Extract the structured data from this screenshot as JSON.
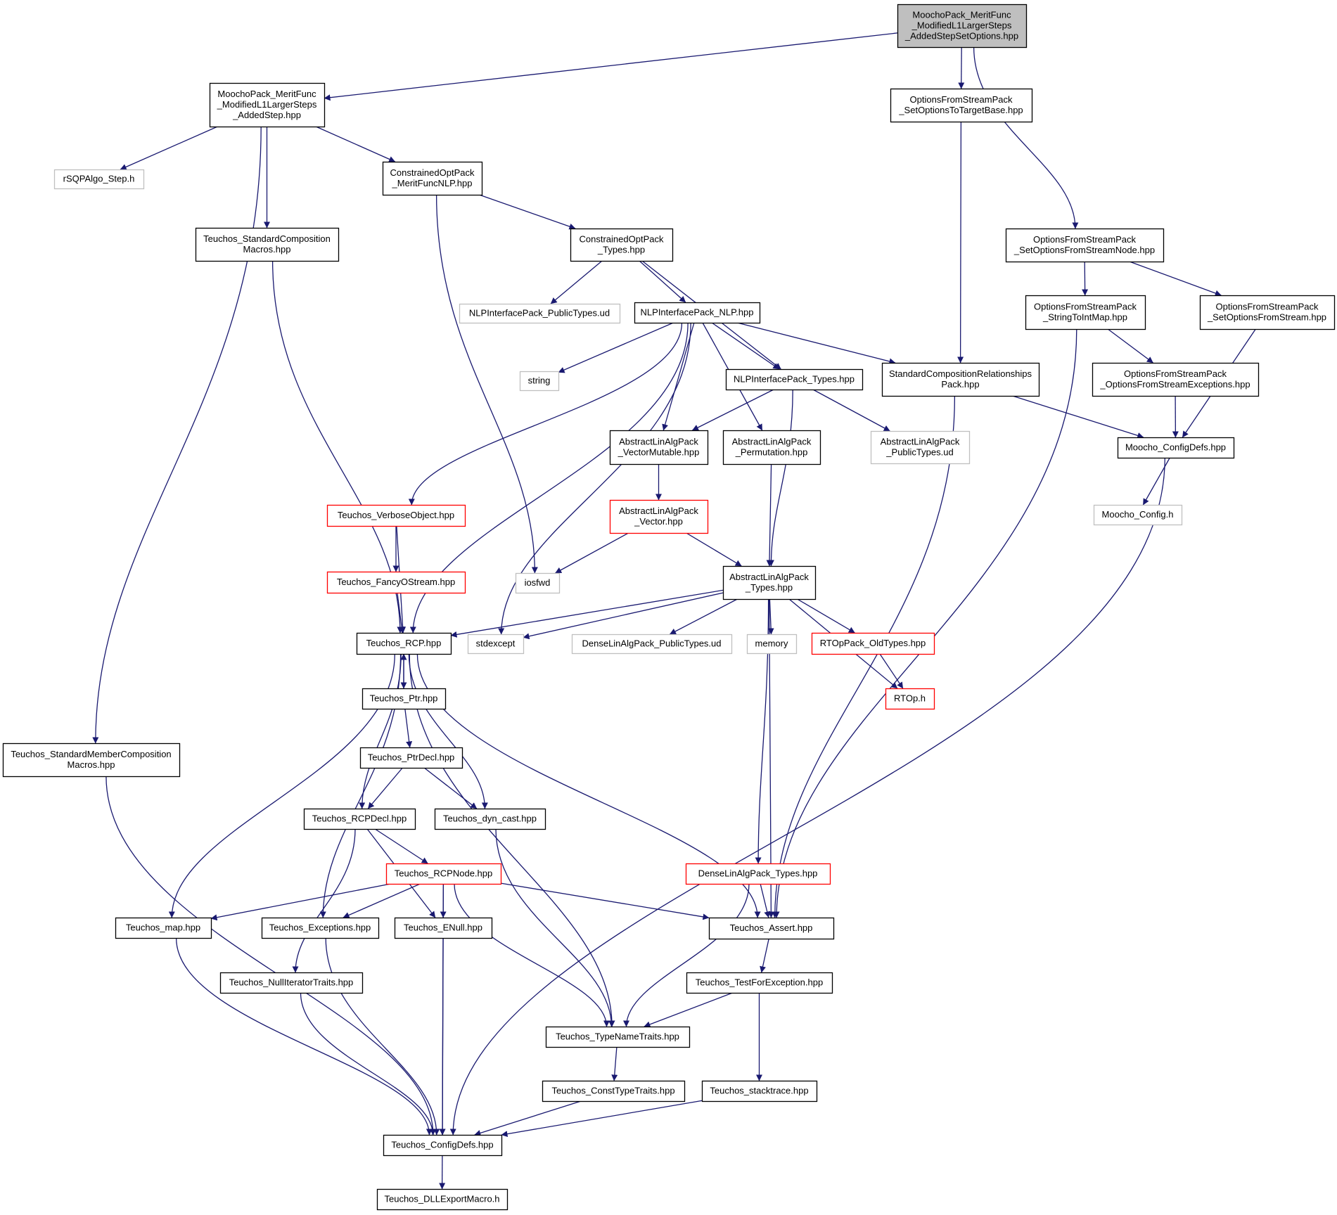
{
  "colors": {
    "edge": "#191970",
    "border_normal": "#000000",
    "border_external": "#bfbfbf",
    "border_truncated": "#ff0000",
    "fill_root": "#bfbfbf",
    "fill_normal": "#ffffff"
  },
  "nodes": [
    {
      "id": "root",
      "lines": [
        "MoochoPack_MeritFunc",
        "_ModifiedL1LargerSteps",
        "_AddedStepSetOptions.hpp"
      ],
      "kind": "root"
    },
    {
      "id": "addedstep",
      "lines": [
        "MoochoPack_MeritFunc",
        "_ModifiedL1LargerSteps",
        "_AddedStep.hpp"
      ],
      "kind": "normal"
    },
    {
      "id": "setopts_target",
      "lines": [
        "OptionsFromStreamPack",
        "_SetOptionsToTargetBase.hpp"
      ],
      "kind": "normal"
    },
    {
      "id": "rsqp_step",
      "lines": [
        "rSQPAlgo_Step.h"
      ],
      "kind": "external"
    },
    {
      "id": "copt_meritnlp",
      "lines": [
        "ConstrainedOptPack",
        "_MeritFuncNLP.hpp"
      ],
      "kind": "normal"
    },
    {
      "id": "std_comp_macros",
      "lines": [
        "Teuchos_StandardComposition",
        "Macros.hpp"
      ],
      "kind": "normal"
    },
    {
      "id": "copt_types",
      "lines": [
        "ConstrainedOptPack",
        "_Types.hpp"
      ],
      "kind": "normal"
    },
    {
      "id": "setopts_node",
      "lines": [
        "OptionsFromStreamPack",
        "_SetOptionsFromStreamNode.hpp"
      ],
      "kind": "normal"
    },
    {
      "id": "nlp_pub_types",
      "lines": [
        "NLPInterfacePack_PublicTypes.ud"
      ],
      "kind": "external"
    },
    {
      "id": "nlp_nlp",
      "lines": [
        "NLPInterfacePack_NLP.hpp"
      ],
      "kind": "normal"
    },
    {
      "id": "str_to_int",
      "lines": [
        "OptionsFromStreamPack",
        "_StringToIntMap.hpp"
      ],
      "kind": "normal"
    },
    {
      "id": "setopts_stream",
      "lines": [
        "OptionsFromStreamPack",
        "_SetOptionsFromStream.hpp"
      ],
      "kind": "normal"
    },
    {
      "id": "string",
      "lines": [
        "string"
      ],
      "kind": "external"
    },
    {
      "id": "nlp_types",
      "lines": [
        "NLPInterfacePack_Types.hpp"
      ],
      "kind": "normal"
    },
    {
      "id": "std_comp_rel",
      "lines": [
        "StandardCompositionRelationships",
        "Pack.hpp"
      ],
      "kind": "normal"
    },
    {
      "id": "ofs_exceptions",
      "lines": [
        "OptionsFromStreamPack",
        "_OptionsFromStreamExceptions.hpp"
      ],
      "kind": "normal"
    },
    {
      "id": "ala_vecmut",
      "lines": [
        "AbstractLinAlgPack",
        "_VectorMutable.hpp"
      ],
      "kind": "normal"
    },
    {
      "id": "ala_perm",
      "lines": [
        "AbstractLinAlgPack",
        "_Permutation.hpp"
      ],
      "kind": "normal"
    },
    {
      "id": "ala_pub_types",
      "lines": [
        "AbstractLinAlgPack",
        "_PublicTypes.ud"
      ],
      "kind": "external"
    },
    {
      "id": "moocho_configdefs",
      "lines": [
        "Moocho_ConfigDefs.hpp"
      ],
      "kind": "normal"
    },
    {
      "id": "verbose_obj",
      "lines": [
        "Teuchos_VerboseObject.hpp"
      ],
      "kind": "truncated"
    },
    {
      "id": "ala_vector",
      "lines": [
        "AbstractLinAlgPack",
        "_Vector.hpp"
      ],
      "kind": "truncated"
    },
    {
      "id": "moocho_config",
      "lines": [
        "Moocho_Config.h"
      ],
      "kind": "external"
    },
    {
      "id": "fancy_ostream",
      "lines": [
        "Teuchos_FancyOStream.hpp"
      ],
      "kind": "truncated"
    },
    {
      "id": "iosfwd",
      "lines": [
        "iosfwd"
      ],
      "kind": "external"
    },
    {
      "id": "ala_types",
      "lines": [
        "AbstractLinAlgPack",
        "_Types.hpp"
      ],
      "kind": "normal"
    },
    {
      "id": "rcp",
      "lines": [
        "Teuchos_RCP.hpp"
      ],
      "kind": "normal"
    },
    {
      "id": "stdexcept",
      "lines": [
        "stdexcept"
      ],
      "kind": "external"
    },
    {
      "id": "dla_pub_types",
      "lines": [
        "DenseLinAlgPack_PublicTypes.ud"
      ],
      "kind": "external"
    },
    {
      "id": "memory",
      "lines": [
        "memory"
      ],
      "kind": "external"
    },
    {
      "id": "rtop_oldtypes",
      "lines": [
        "RTOpPack_OldTypes.hpp"
      ],
      "kind": "truncated"
    },
    {
      "id": "ptr",
      "lines": [
        "Teuchos_Ptr.hpp"
      ],
      "kind": "normal"
    },
    {
      "id": "rtop_h",
      "lines": [
        "RTOp.h"
      ],
      "kind": "truncated"
    },
    {
      "id": "std_member_comp",
      "lines": [
        "Teuchos_StandardMemberComposition",
        "Macros.hpp"
      ],
      "kind": "normal"
    },
    {
      "id": "ptrdecl",
      "lines": [
        "Teuchos_PtrDecl.hpp"
      ],
      "kind": "normal"
    },
    {
      "id": "rcpdecl",
      "lines": [
        "Teuchos_RCPDecl.hpp"
      ],
      "kind": "normal"
    },
    {
      "id": "dyn_cast",
      "lines": [
        "Teuchos_dyn_cast.hpp"
      ],
      "kind": "normal"
    },
    {
      "id": "rcpnode",
      "lines": [
        "Teuchos_RCPNode.hpp"
      ],
      "kind": "truncated"
    },
    {
      "id": "dla_types",
      "lines": [
        "DenseLinAlgPack_Types.hpp"
      ],
      "kind": "truncated"
    },
    {
      "id": "map",
      "lines": [
        "Teuchos_map.hpp"
      ],
      "kind": "normal"
    },
    {
      "id": "exceptions",
      "lines": [
        "Teuchos_Exceptions.hpp"
      ],
      "kind": "normal"
    },
    {
      "id": "enull",
      "lines": [
        "Teuchos_ENull.hpp"
      ],
      "kind": "normal"
    },
    {
      "id": "assert",
      "lines": [
        "Teuchos_Assert.hpp"
      ],
      "kind": "normal"
    },
    {
      "id": "null_iter",
      "lines": [
        "Teuchos_NullIteratorTraits.hpp"
      ],
      "kind": "normal"
    },
    {
      "id": "test_exc",
      "lines": [
        "Teuchos_TestForException.hpp"
      ],
      "kind": "normal"
    },
    {
      "id": "typename_traits",
      "lines": [
        "Teuchos_TypeNameTraits.hpp"
      ],
      "kind": "normal"
    },
    {
      "id": "const_type",
      "lines": [
        "Teuchos_ConstTypeTraits.hpp"
      ],
      "kind": "normal"
    },
    {
      "id": "stacktrace",
      "lines": [
        "Teuchos_stacktrace.hpp"
      ],
      "kind": "normal"
    },
    {
      "id": "teuchos_configdefs",
      "lines": [
        "Teuchos_ConfigDefs.hpp"
      ],
      "kind": "normal"
    },
    {
      "id": "dll_export",
      "lines": [
        "Teuchos_DLLExportMacro.h"
      ],
      "kind": "normal"
    }
  ],
  "edges": [
    [
      "root",
      "addedstep"
    ],
    [
      "root",
      "setopts_target"
    ],
    [
      "root",
      "setopts_node"
    ],
    [
      "addedstep",
      "rsqp_step"
    ],
    [
      "addedstep",
      "std_comp_macros"
    ],
    [
      "addedstep",
      "copt_meritnlp"
    ],
    [
      "addedstep",
      "std_member_comp"
    ],
    [
      "setopts_target",
      "std_comp_rel"
    ],
    [
      "copt_meritnlp",
      "copt_types"
    ],
    [
      "copt_meritnlp",
      "iosfwd"
    ],
    [
      "std_comp_macros",
      "rcp"
    ],
    [
      "copt_types",
      "nlp_pub_types"
    ],
    [
      "copt_types",
      "nlp_nlp"
    ],
    [
      "copt_types",
      "nlp_types"
    ],
    [
      "setopts_node",
      "str_to_int"
    ],
    [
      "setopts_node",
      "setopts_stream"
    ],
    [
      "nlp_nlp",
      "string"
    ],
    [
      "nlp_nlp",
      "nlp_types"
    ],
    [
      "nlp_nlp",
      "std_comp_rel"
    ],
    [
      "nlp_nlp",
      "ala_vecmut"
    ],
    [
      "nlp_nlp",
      "ala_perm"
    ],
    [
      "nlp_nlp",
      "verbose_obj"
    ],
    [
      "nlp_nlp",
      "rcp"
    ],
    [
      "nlp_nlp",
      "stdexcept"
    ],
    [
      "str_to_int",
      "ofs_exceptions"
    ],
    [
      "str_to_int",
      "assert"
    ],
    [
      "setopts_stream",
      "moocho_configdefs"
    ],
    [
      "nlp_types",
      "ala_vecmut"
    ],
    [
      "nlp_types",
      "ala_pub_types"
    ],
    [
      "nlp_types",
      "ala_types"
    ],
    [
      "std_comp_rel",
      "moocho_configdefs"
    ],
    [
      "std_comp_rel",
      "assert"
    ],
    [
      "ofs_exceptions",
      "moocho_configdefs"
    ],
    [
      "ala_vecmut",
      "ala_vector"
    ],
    [
      "ala_perm",
      "ala_types"
    ],
    [
      "moocho_configdefs",
      "moocho_config"
    ],
    [
      "moocho_configdefs",
      "teuchos_configdefs"
    ],
    [
      "verbose_obj",
      "fancy_ostream"
    ],
    [
      "verbose_obj",
      "rcp"
    ],
    [
      "ala_vector",
      "iosfwd"
    ],
    [
      "ala_vector",
      "ala_types"
    ],
    [
      "fancy_ostream",
      "rcp"
    ],
    [
      "ala_types",
      "rcp"
    ],
    [
      "ala_types",
      "stdexcept"
    ],
    [
      "ala_types",
      "dla_pub_types"
    ],
    [
      "ala_types",
      "memory"
    ],
    [
      "ala_types",
      "rtop_oldtypes"
    ],
    [
      "ala_types",
      "rtop_h"
    ],
    [
      "ala_types",
      "dla_types"
    ],
    [
      "ala_types",
      "assert"
    ],
    [
      "rtop_oldtypes",
      "rtop_h"
    ],
    [
      "rcp",
      "ptr"
    ],
    [
      "rcp",
      "rcpdecl"
    ],
    [
      "rcp",
      "dyn_cast"
    ],
    [
      "rcp",
      "map"
    ],
    [
      "rcp",
      "exceptions"
    ],
    [
      "rcp",
      "assert"
    ],
    [
      "rcp",
      "typename_traits"
    ],
    [
      "ptr",
      "rcp"
    ],
    [
      "ptr",
      "ptrdecl"
    ],
    [
      "std_member_comp",
      "teuchos_configdefs"
    ],
    [
      "ptrdecl",
      "rcpdecl"
    ],
    [
      "ptrdecl",
      "dyn_cast"
    ],
    [
      "rcpdecl",
      "rcpnode"
    ],
    [
      "rcpdecl",
      "enull"
    ],
    [
      "rcpdecl",
      "null_iter"
    ],
    [
      "dyn_cast",
      "typename_traits"
    ],
    [
      "rcpnode",
      "map"
    ],
    [
      "rcpnode",
      "exceptions"
    ],
    [
      "rcpnode",
      "enull"
    ],
    [
      "rcpnode",
      "assert"
    ],
    [
      "rcpnode",
      "typename_traits"
    ],
    [
      "rcpnode",
      "teuchos_configdefs"
    ],
    [
      "dla_types",
      "assert"
    ],
    [
      "dla_types",
      "typename_traits"
    ],
    [
      "map",
      "teuchos_configdefs"
    ],
    [
      "exceptions",
      "teuchos_configdefs"
    ],
    [
      "enull",
      "teuchos_configdefs"
    ],
    [
      "assert",
      "test_exc"
    ],
    [
      "null_iter",
      "teuchos_configdefs"
    ],
    [
      "test_exc",
      "typename_traits"
    ],
    [
      "test_exc",
      "stacktrace"
    ],
    [
      "typename_traits",
      "const_type"
    ],
    [
      "const_type",
      "teuchos_configdefs"
    ],
    [
      "stacktrace",
      "teuchos_configdefs"
    ],
    [
      "teuchos_configdefs",
      "dll_export"
    ]
  ]
}
